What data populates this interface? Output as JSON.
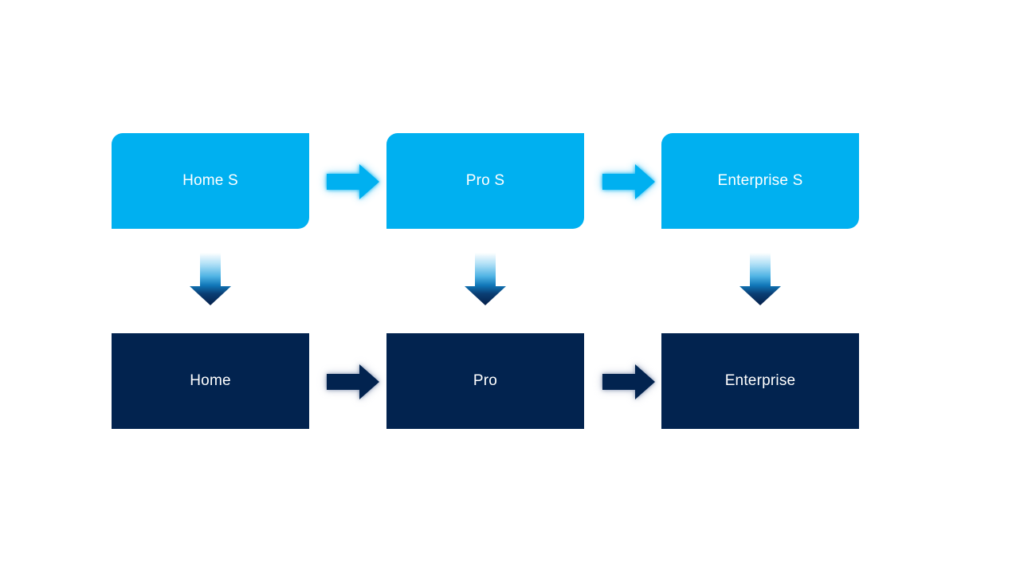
{
  "diagram": {
    "background": "#FFFFFF",
    "colors": {
      "primary_blue": "#00B0F0",
      "dark_navy": "#02234F",
      "label_text": "#FFFFFF"
    },
    "top_row": {
      "items": [
        {
          "label": "Home S"
        },
        {
          "label": "Pro S"
        },
        {
          "label": "Enterprise S"
        }
      ]
    },
    "bottom_row": {
      "items": [
        {
          "label": "Home"
        },
        {
          "label": "Pro"
        },
        {
          "label": "Enterprise"
        }
      ]
    },
    "icons": {
      "horizontal_connector": "right-arrow",
      "vertical_connector": "down-arrow"
    }
  }
}
